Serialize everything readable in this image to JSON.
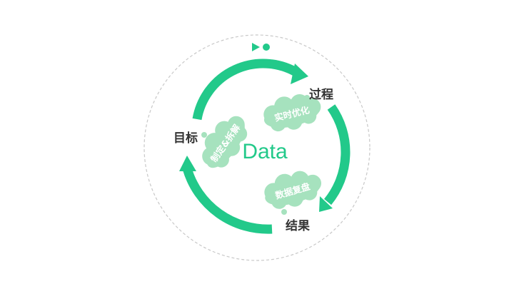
{
  "center": {
    "label": "Data"
  },
  "stages": {
    "goal": "目标",
    "process": "过程",
    "result": "结果"
  },
  "clouds": {
    "define": "制定&拆解",
    "optimize": "实时优化",
    "review": "数据复盘"
  },
  "colors": {
    "accent": "#22C98A",
    "cloud": "#A6E2BE",
    "center_text": "#22C98A",
    "label_text": "#333333",
    "dashed_ring": "#C8C8C8"
  }
}
